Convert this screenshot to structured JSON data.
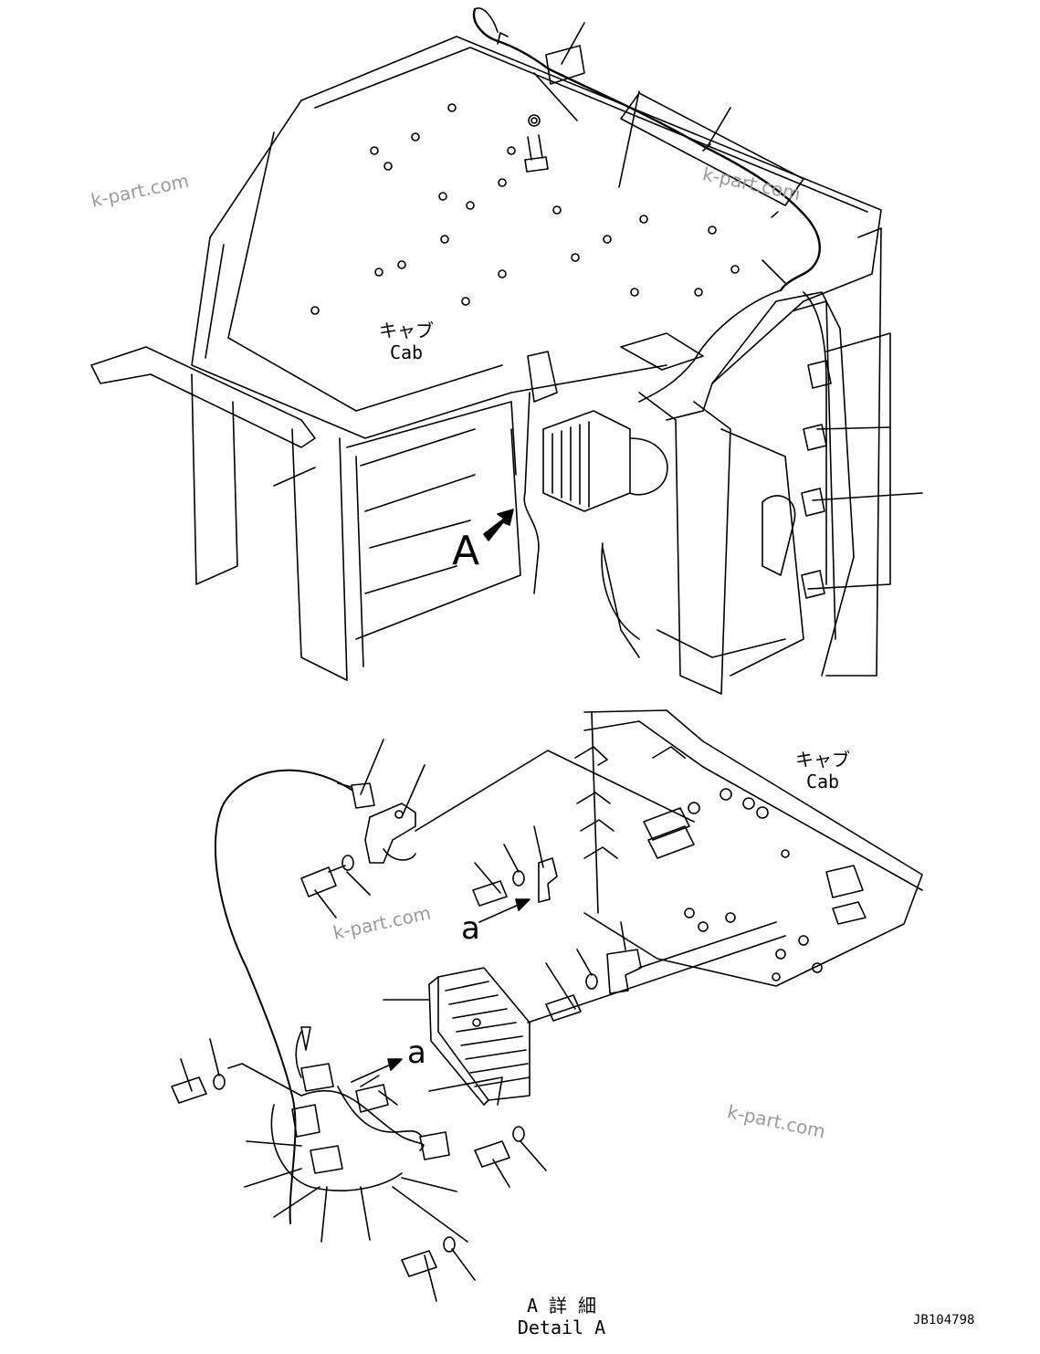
{
  "cab_label_top": {
    "jp": "キャブ",
    "en": "Cab"
  },
  "cab_label_detail": {
    "jp": "キャブ",
    "en": "Cab"
  },
  "view_marker": "A",
  "detail_title": {
    "jp": "A 詳 細",
    "en": "Detail A"
  },
  "arrow_label": "a",
  "drawing_code": "JB104798",
  "watermark": "k-part.com"
}
